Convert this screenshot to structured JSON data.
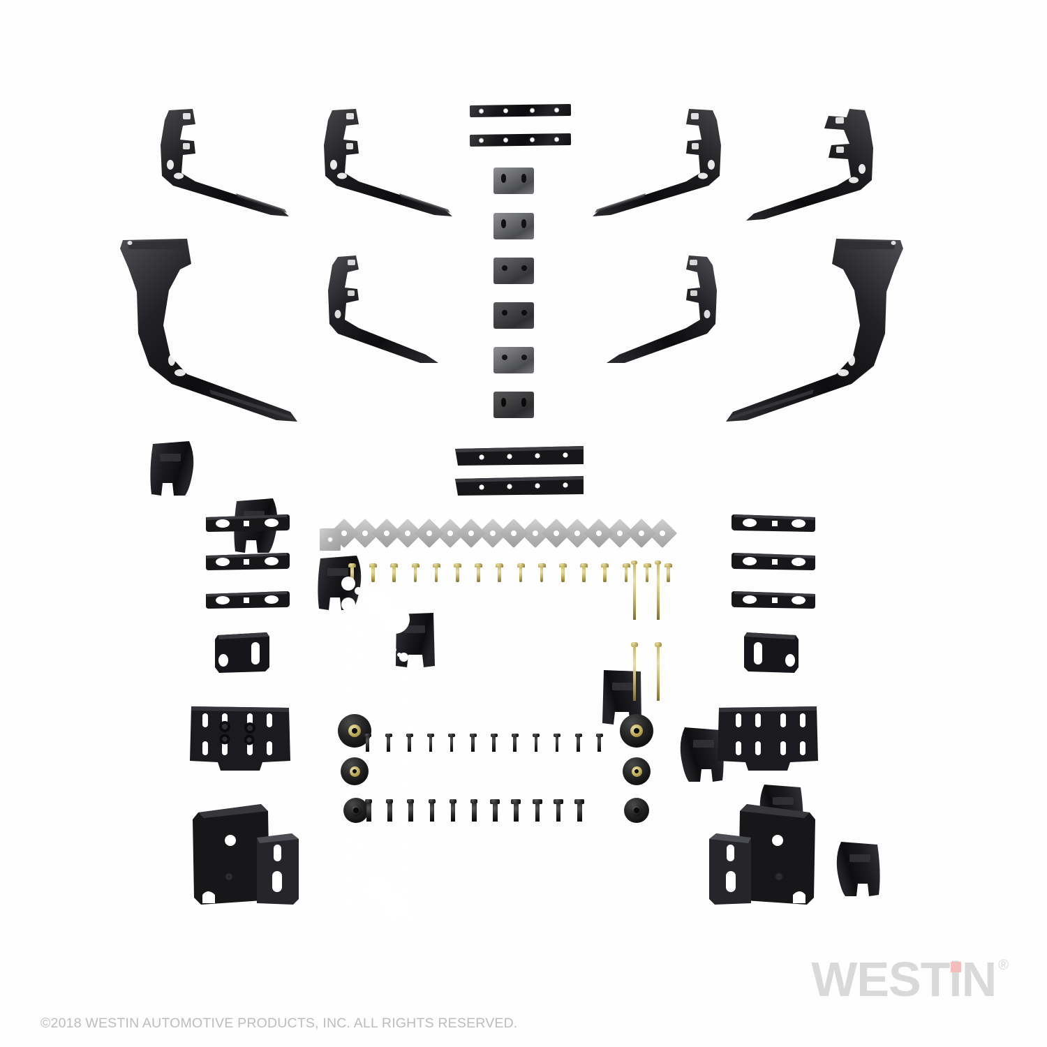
{
  "document": {
    "kind": "product-parts-layout",
    "background_color": "#ffffff",
    "subject": "vehicle running board / nerf bar mounting hardware kit"
  },
  "footer": {
    "copyright": "©2018 WESTIN AUTOMOTIVE PRODUCTS, INC. ALL RIGHTS RESERVED.",
    "copyright_color": "#bdbdbd"
  },
  "brand": {
    "logo_text_1": "WEST",
    "logo_text_i": "i",
    "logo_text_2": "N",
    "registered_mark": "®",
    "logo_color": "#d9d9d9",
    "accent_color": "#f3bdbd"
  },
  "palette": {
    "black_powdercoat": "#121214",
    "black_plastic": "#1a1a1d",
    "gray_plate": "#b4b4b4",
    "steel": "#6a6b6f",
    "gold_zinc": "#c9b96c",
    "silver_zinc": "#cfcfcf",
    "rubber": "#1c1c1c"
  },
  "groups": [
    {
      "id": "row-1-brackets",
      "name": "upper hook brackets",
      "count": 4,
      "finish": "black_powdercoat",
      "description": "contoured frame hook brackets with slotted tabs"
    },
    {
      "id": "center-rails-top",
      "name": "flat drilled rails",
      "count": 2,
      "holes_each": 4,
      "finish": "black_powdercoat"
    },
    {
      "id": "center-plates",
      "name": "rectangular two-hole plates",
      "count": 6,
      "finish": "steel"
    },
    {
      "id": "row-2-brackets",
      "name": "long curved frame brackets",
      "count": 4,
      "finish": "black_powdercoat"
    },
    {
      "id": "row-3-caps",
      "name": "molded step pad end caps",
      "count": 8,
      "finish": "black_plastic",
      "embossed_logo": true
    },
    {
      "id": "center-rails-mid",
      "name": "long mounting rails",
      "count": 2,
      "holes_each": 4,
      "finish": "black_powdercoat"
    },
    {
      "id": "flat-bars-left",
      "name": "flat bars with oval and square holes",
      "count": 3,
      "finish": "black_powdercoat"
    },
    {
      "id": "flat-bars-right",
      "name": "flat bars with oval and square holes",
      "count": 3,
      "finish": "black_powdercoat"
    },
    {
      "id": "l-bracket-left",
      "name": "slotted L bracket",
      "count": 1,
      "finish": "black_powdercoat"
    },
    {
      "id": "l-bracket-right",
      "name": "slotted L bracket",
      "count": 1,
      "finish": "black_powdercoat"
    },
    {
      "id": "mount-plate-left",
      "name": "eight-slot mounting plate with welded nuts",
      "count": 1,
      "finish": "black_powdercoat"
    },
    {
      "id": "mount-plate-right",
      "name": "eight-slot mounting plate with welded nuts",
      "count": 1,
      "finish": "black_powdercoat"
    },
    {
      "id": "box-bracket-left",
      "name": "formed box bracket with slotted plate",
      "count": 1,
      "finish": "black_powdercoat"
    },
    {
      "id": "box-bracket-right",
      "name": "formed box bracket with slotted plate",
      "count": 1,
      "finish": "black_powdercoat"
    },
    {
      "id": "square-plates",
      "name": "square backing plates",
      "count": 17,
      "finish": "gray_plate",
      "note": "one upright, sixteen rotated 45 degrees"
    },
    {
      "id": "carriage-bolts",
      "name": "gold zinc carriage bolts",
      "count": 16,
      "finish": "gold_zinc"
    },
    {
      "id": "long-bolts",
      "name": "long hex bolts",
      "count": 4,
      "finish": "gold_zinc"
    },
    {
      "id": "washer-grid",
      "name": "flat washers, lock washers and nuts",
      "rows": 10,
      "finish": "gold_zinc / silver_zinc"
    },
    {
      "id": "fender-washers",
      "name": "large fender washers",
      "count": 4,
      "finish": "gold_zinc"
    },
    {
      "id": "rubber-isolators",
      "name": "rubber isolator bushings",
      "count": 6,
      "finish": "rubber"
    },
    {
      "id": "black-bolts",
      "name": "black hex flange bolts",
      "count": 22,
      "finish": "black_powdercoat"
    }
  ]
}
